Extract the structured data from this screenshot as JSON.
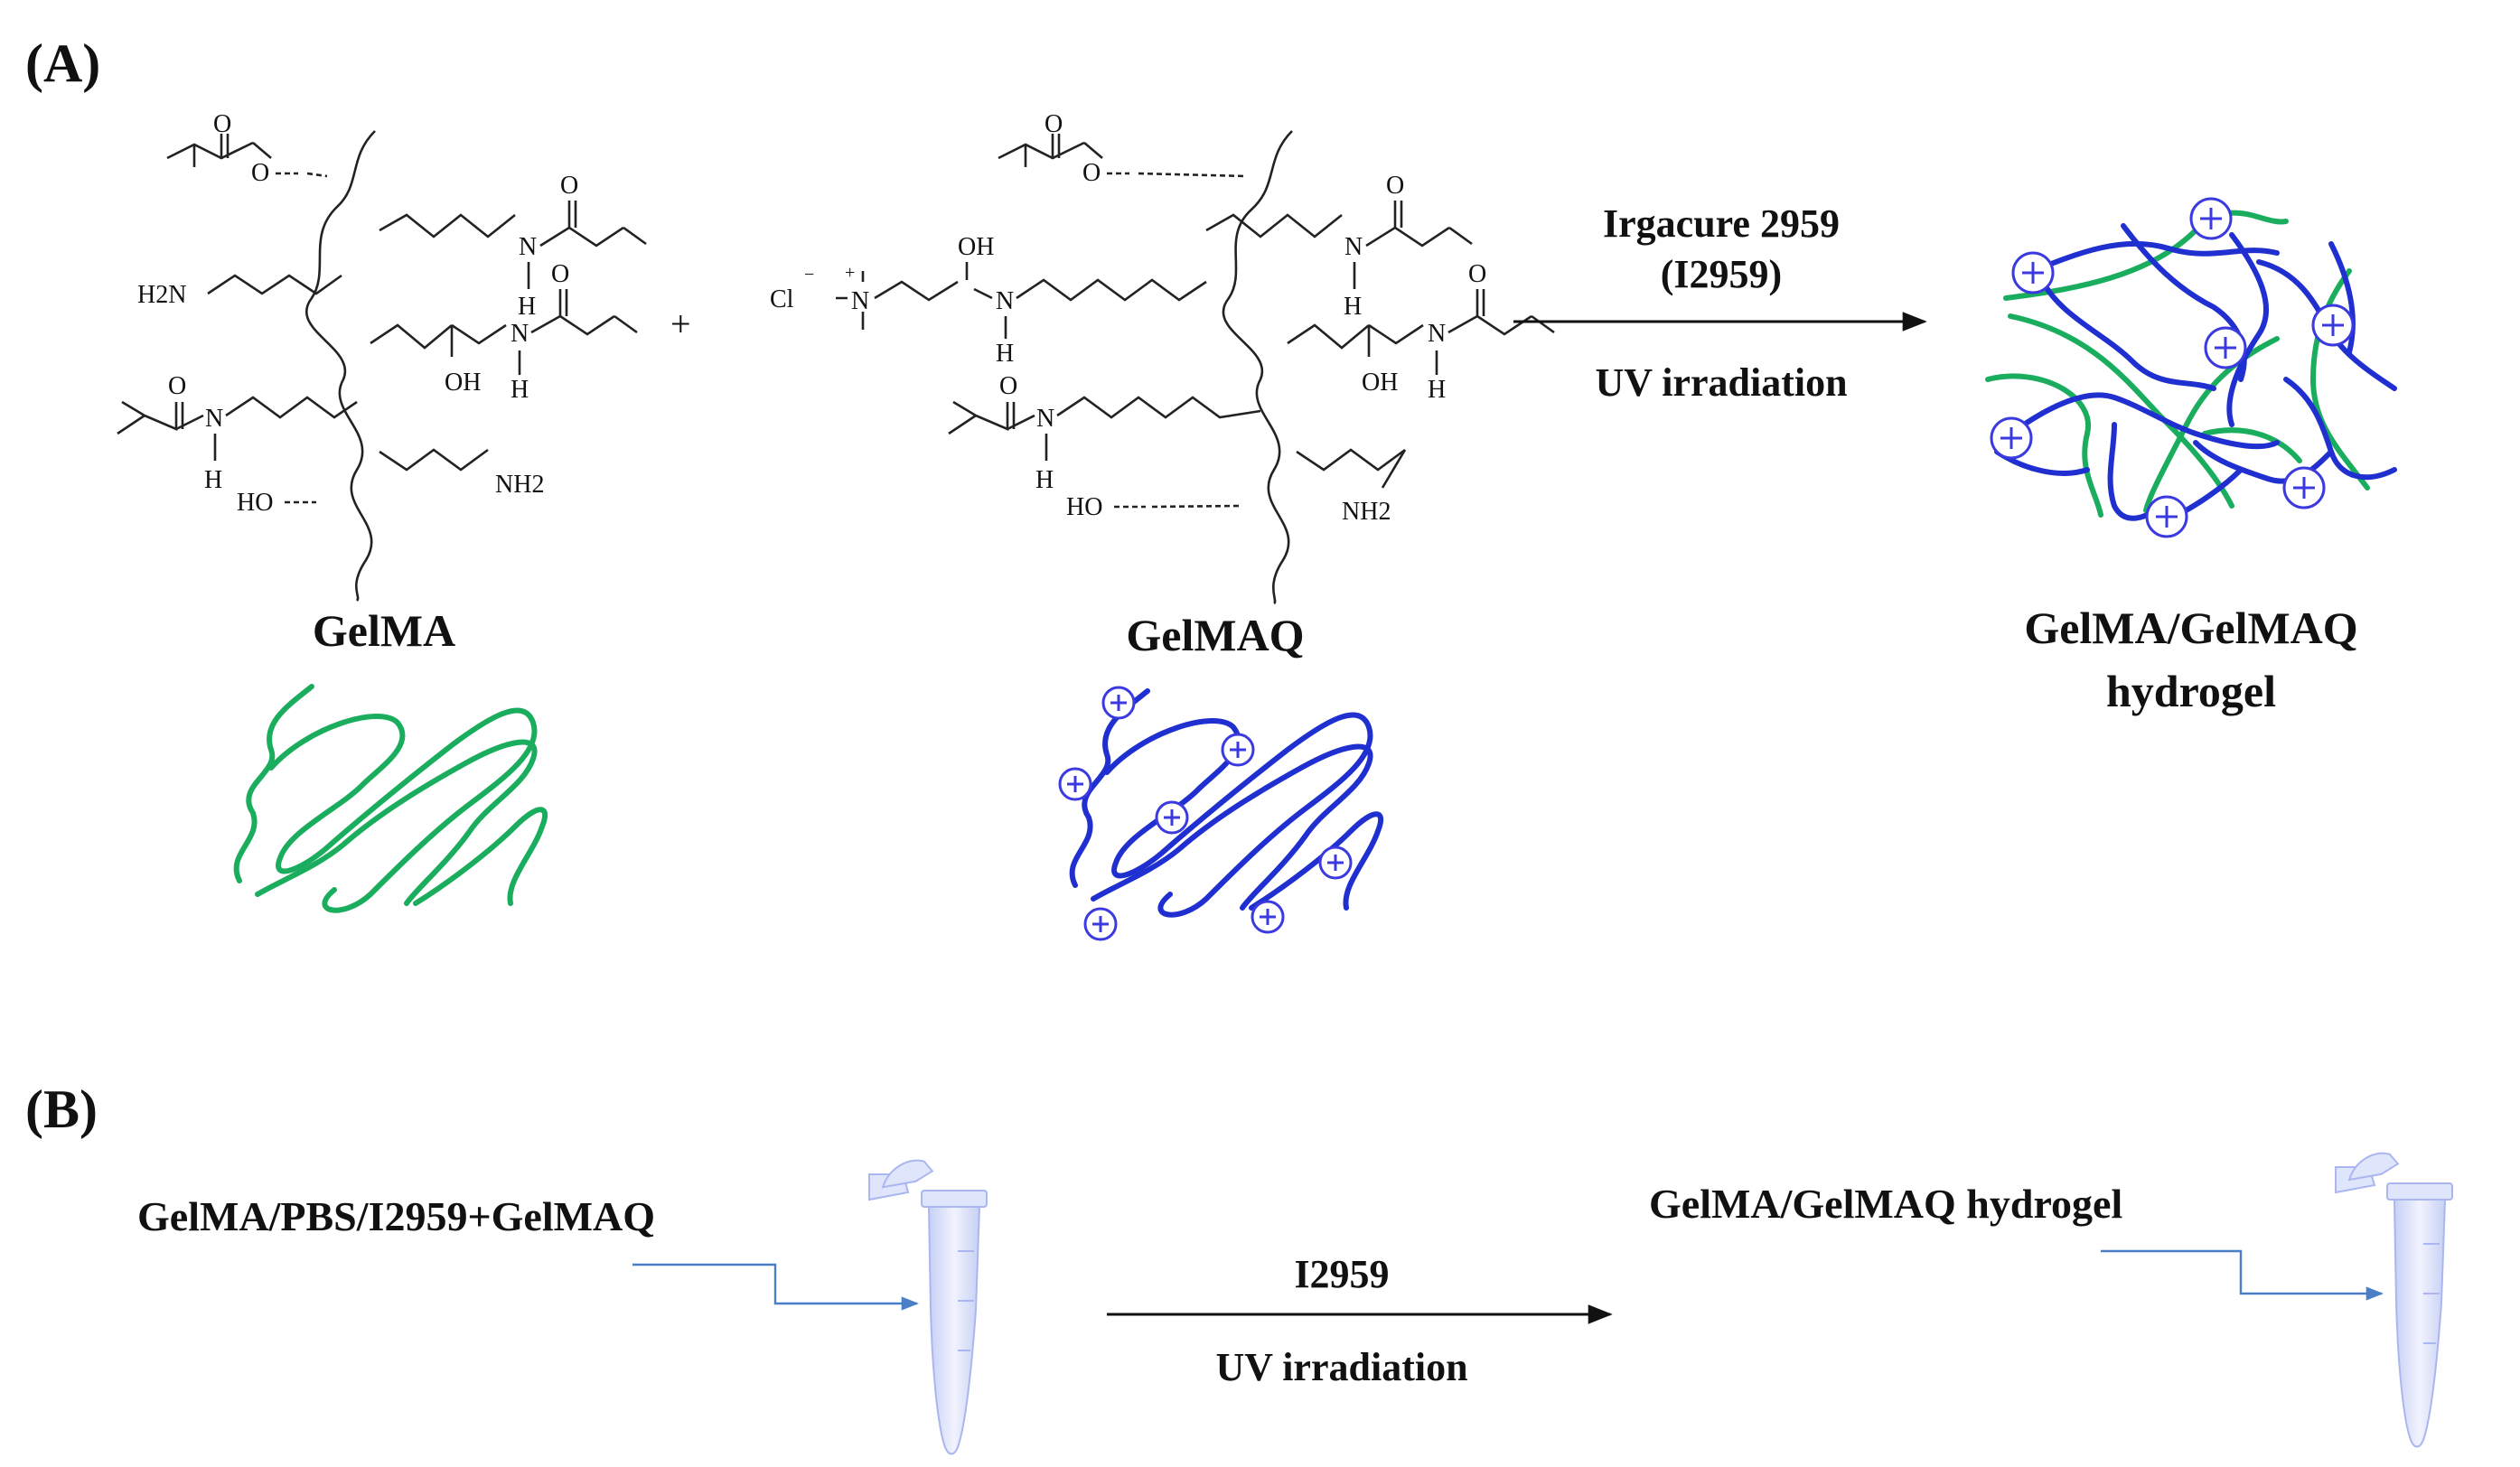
{
  "panel_a": {
    "label": "(A)",
    "gelma_label": "GelMA",
    "gelmaq_label": "GelMAQ",
    "product_label_line1": "GelMA/GelMAQ",
    "product_label_line2": "hydrogel",
    "plus_sign": "+",
    "condition_top_line1": "Irgacure 2959",
    "condition_top_line2": "(I2959)",
    "condition_bottom": "UV irradiation",
    "chem_labels": {
      "o": "O",
      "n": "N",
      "h": "H",
      "h2n": "H2N",
      "nh2": "NH2",
      "oh": "OH",
      "ho": "HO",
      "cl": "Cl",
      "minus": "−",
      "plus": "+"
    },
    "colors": {
      "gelma_strand": "#1aad5e",
      "gelmaq_strand": "#1f2fd0",
      "charge_marker": "#3a3ae0"
    },
    "icons": {
      "charge_marker": "positive-charge-icon"
    }
  },
  "panel_b": {
    "label": "(B)",
    "left_text": "GelMA/PBS/I2959+GelMAQ",
    "right_text": "GelMA/GelMAQ hydrogel",
    "condition_top": "I2959",
    "condition_bottom": "UV irradiation",
    "icons": {
      "tube": "microcentrifuge-tube-icon"
    },
    "colors": {
      "tube_tint": "#c7d0f5",
      "guide_line": "#4a7fc8"
    }
  }
}
